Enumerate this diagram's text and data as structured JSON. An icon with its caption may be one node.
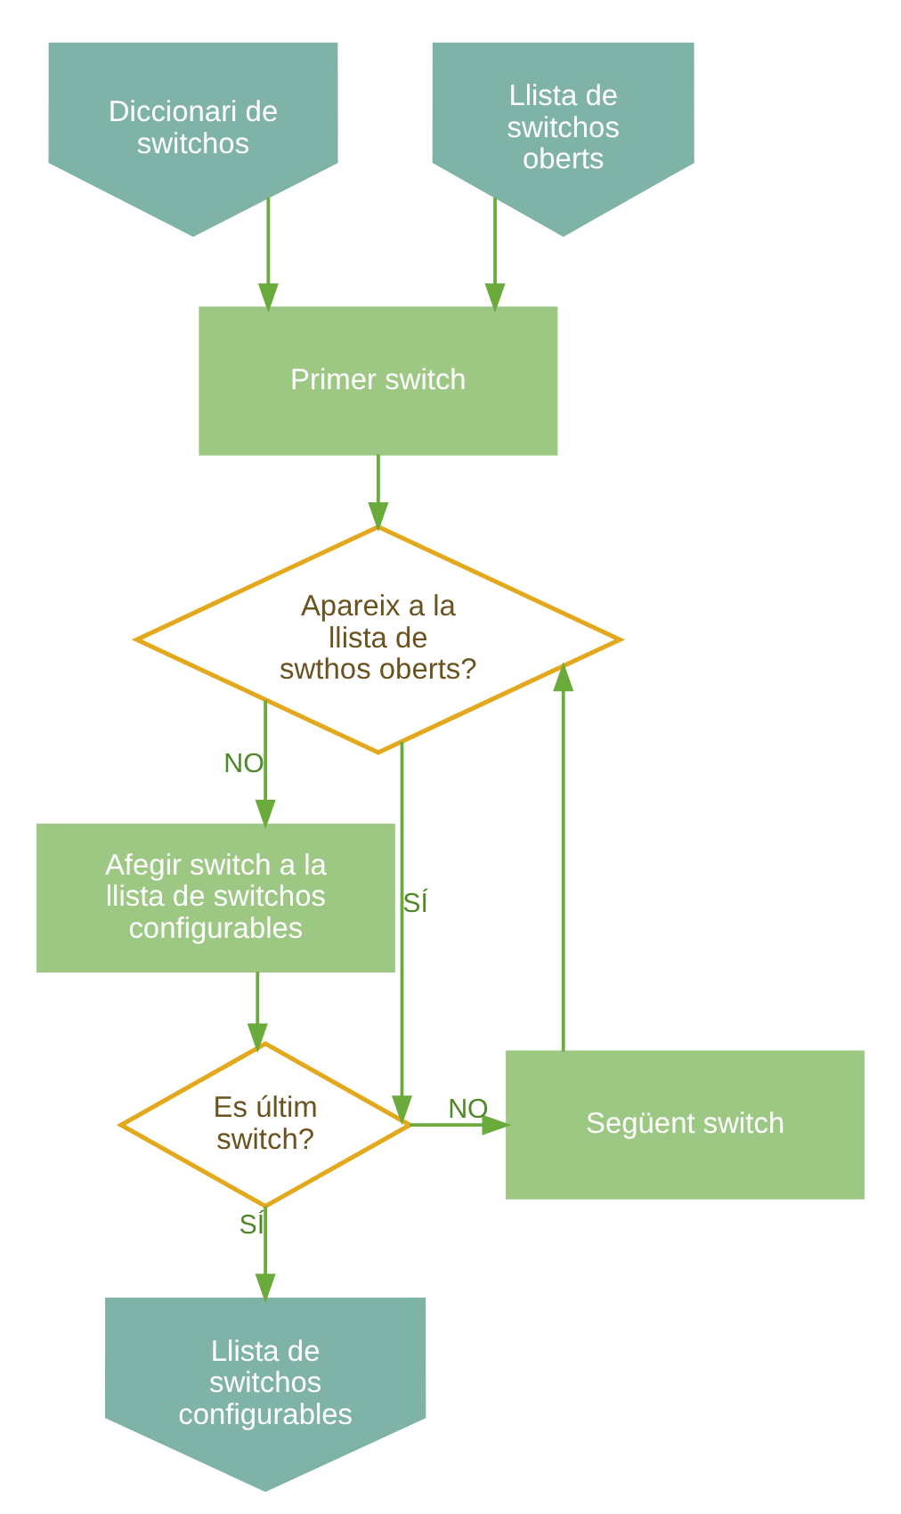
{
  "diagram": {
    "nodes": [
      {
        "text": [
          "Diccionari de switchos"
        ]
      },
      {
        "text": [
          "Llista de switchos oberts"
        ]
      },
      {
        "text": [
          "Primer switch"
        ]
      },
      {
        "text": [
          "Apareix a la llista de swthos oberts?"
        ]
      },
      {
        "text": [
          "Afegir switch a la llista de switchos configurables"
        ]
      },
      {
        "text": [
          "Es últim switch?"
        ]
      },
      {
        "text": [
          "Següent switch"
        ]
      },
      {
        "text": [
          "Llista de switchos configurables"
        ]
      }
    ],
    "edges": [
      {
        "from": 0,
        "to": 2,
        "arrow": "to"
      },
      {
        "from": 1,
        "to": 2,
        "arrow": "to"
      },
      {
        "from": 2,
        "to": 3,
        "arrow": "to"
      },
      {
        "from": 3,
        "to": 4,
        "arrow": "to",
        "label": "NO"
      },
      {
        "from": 3,
        "to": 5,
        "arrow": "to",
        "label": "SÍ"
      },
      {
        "from": 4,
        "to": 5,
        "arrow": "to"
      },
      {
        "from": 5,
        "to": 6,
        "arrow": "to",
        "label": "NO"
      },
      {
        "from": 6,
        "to": 3,
        "arrow": "to"
      },
      {
        "from": 5,
        "to": 7,
        "arrow": "to",
        "label": "SÍ"
      }
    ]
  }
}
